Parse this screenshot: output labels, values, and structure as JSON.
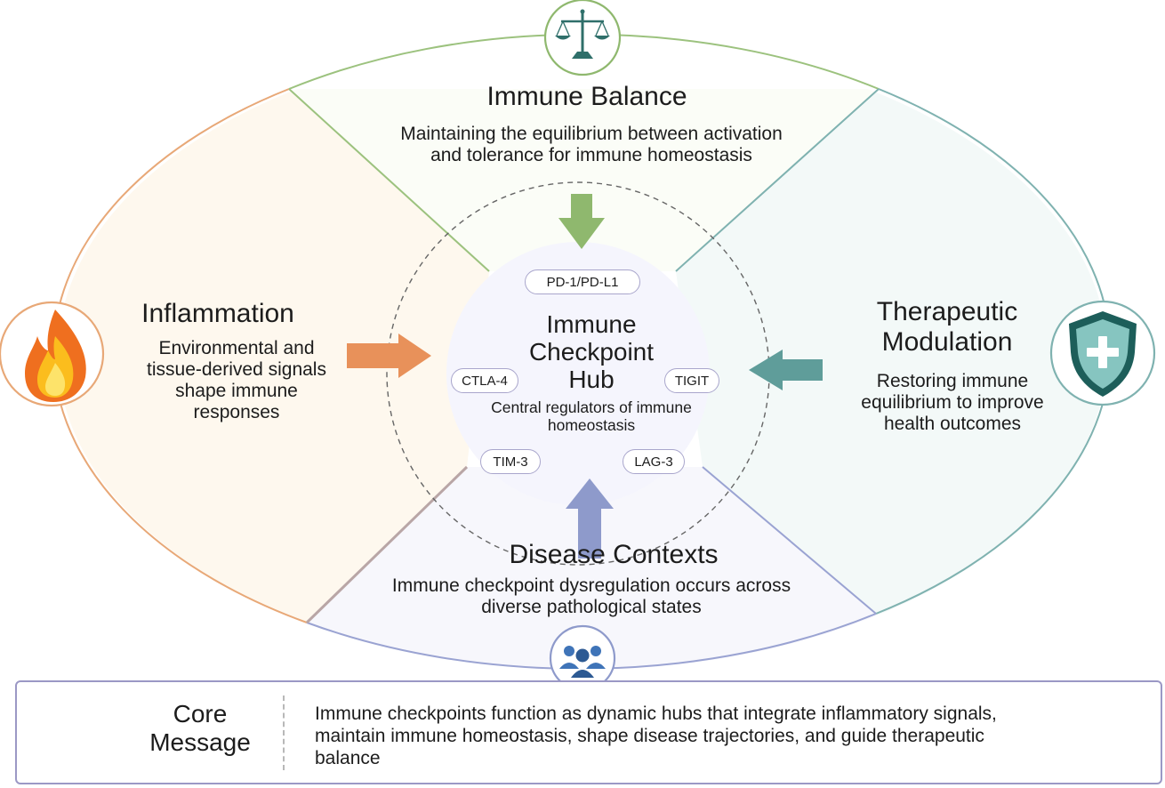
{
  "sections": {
    "balance": {
      "title": "Immune Balance",
      "description": "Maintaining the equilibrium between activation and tolerance for immune homeostasis",
      "icon": "scales-icon",
      "color": "#8fb86e"
    },
    "inflammation": {
      "title": "Inflammation",
      "description": "Environmental and tissue-derived signals shape immune responses",
      "icon": "flame-icon",
      "color": "#e8915a"
    },
    "therapeutic": {
      "title": "Therapeutic Modulation",
      "description": "Restoring immune equilibrium to improve health outcomes",
      "icon": "shield-plus-icon",
      "color": "#5f9d9a"
    },
    "disease": {
      "title": "Disease Contexts",
      "description": "Immune checkpoint dysregulation occurs across diverse pathological states",
      "icon": "people-group-icon",
      "color": "#8e9acb"
    }
  },
  "hub": {
    "title": "Immune Checkpoint Hub",
    "description": "Central regulators of immune homeostasis",
    "checkpoints": {
      "pd1": "PD-1/PD-L1",
      "ctla4": "CTLA-4",
      "tigit": "TIGIT",
      "tim3": "TIM-3",
      "lag3": "LAG-3"
    }
  },
  "core": {
    "title": "Core Message",
    "text": "Immune checkpoints function as dynamic hubs that integrate inflammatory signals, maintain immune homeostasis, shape disease trajectories, and guide therapeutic balance",
    "left_icon": "target-icon",
    "right_icon": "scales-icon"
  }
}
